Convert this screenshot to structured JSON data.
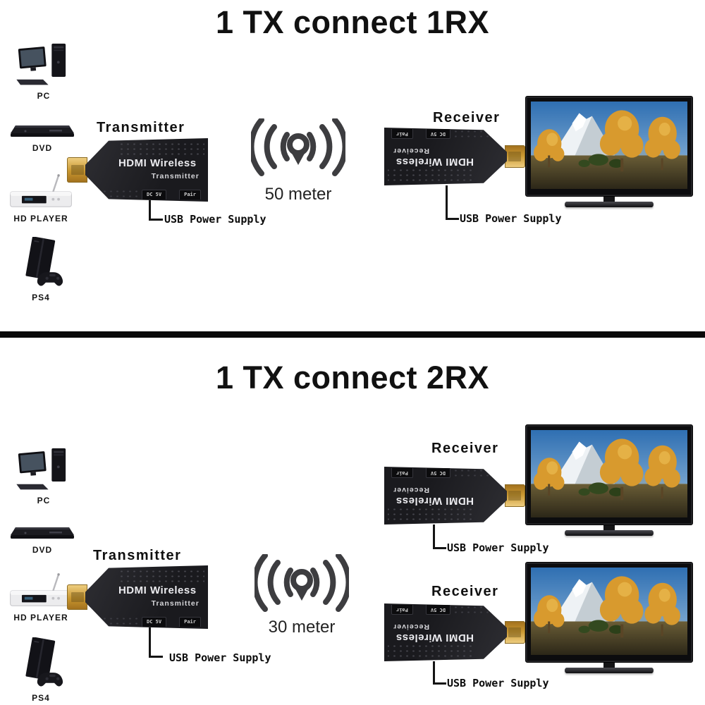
{
  "sections": [
    {
      "title": "1 TX connect 1RX",
      "sources": [
        {
          "label": "PC"
        },
        {
          "label": "DVD"
        },
        {
          "label": "HD PLAYER"
        },
        {
          "label": "PS4"
        }
      ],
      "transmitter": {
        "label": "Transmitter",
        "brand": "HDMI Wireless",
        "role": "Transmitter",
        "port_power": "DC 5V",
        "port_pair": "Pair",
        "power_note": "USB Power Supply"
      },
      "wireless": {
        "distance": "50 meter"
      },
      "receivers": [
        {
          "label": "Receiver",
          "brand": "HDMI Wireless",
          "role": "Receiver",
          "port_power": "DC 5V",
          "port_pair": "Pair",
          "power_note": "USB Power Supply"
        }
      ]
    },
    {
      "title": "1 TX connect 2RX",
      "sources": [
        {
          "label": "PC"
        },
        {
          "label": "DVD"
        },
        {
          "label": "HD PLAYER"
        },
        {
          "label": "PS4"
        }
      ],
      "transmitter": {
        "label": "Transmitter",
        "brand": "HDMI Wireless",
        "role": "Transmitter",
        "port_power": "DC 5V",
        "port_pair": "Pair",
        "power_note": "USB Power Supply"
      },
      "wireless": {
        "distance": "30 meter"
      },
      "receivers": [
        {
          "label": "Receiver",
          "brand": "HDMI Wireless",
          "role": "Receiver",
          "port_power": "DC 5V",
          "port_pair": "Pair",
          "power_note": "USB Power Supply"
        },
        {
          "label": "Receiver",
          "brand": "HDMI Wireless",
          "role": "Receiver",
          "port_power": "DC 5V",
          "port_pair": "Pair",
          "power_note": "USB Power Supply"
        }
      ]
    }
  ],
  "colors": {
    "hdmi_gold": "#c8962f",
    "device_black": "#1b1b1f",
    "signal_gray": "#3d3d40",
    "divider_black": "#0a0a0a",
    "sky_blue": "#2f6fb2",
    "tree_gold": "#d89a2e"
  }
}
